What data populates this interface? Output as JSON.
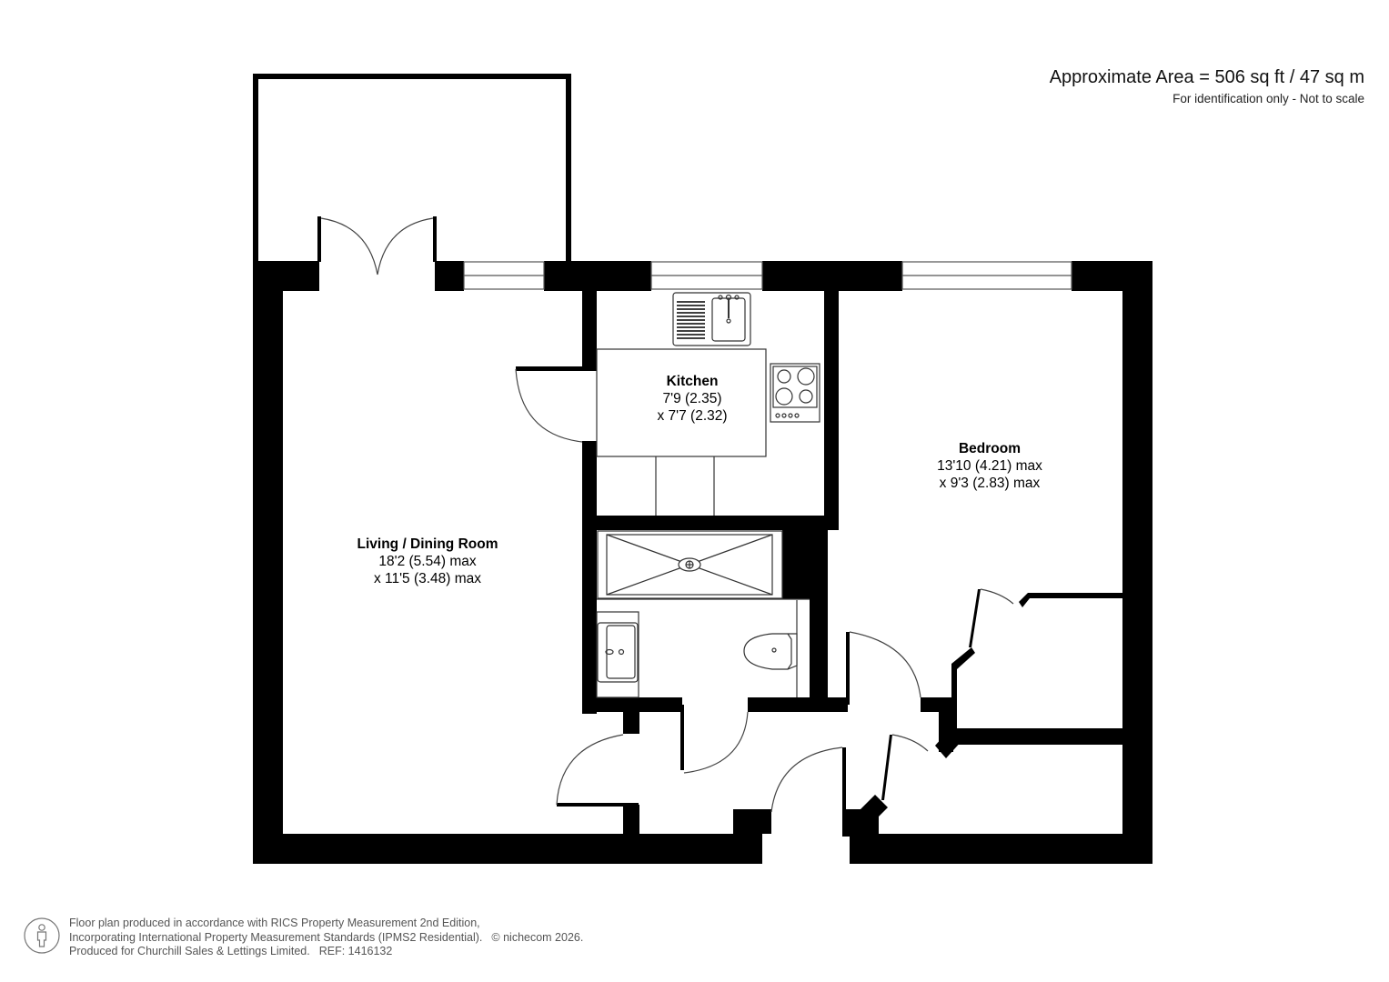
{
  "header": {
    "area_text": "Approximate Area = 506 sq ft / 47 sq m",
    "disclaimer": "For identification only - Not to scale"
  },
  "rooms": [
    {
      "name": "Living / Dining Room",
      "dim1": "18'2 (5.54) max",
      "dim2": "x 11'5 (3.48) max"
    },
    {
      "name": "Kitchen",
      "dim1": "7'9 (2.35)",
      "dim2": "x 7'7 (2.32)"
    },
    {
      "name": "Bedroom",
      "dim1": "13'10 (4.21) max",
      "dim2": "x 9'3 (2.83) max"
    }
  ],
  "fixtures": {
    "kitchen": [
      "sink-with-drainer",
      "hob-4-ring"
    ],
    "bathroom": [
      "shower-tray",
      "wash-basin",
      "toilet"
    ]
  },
  "icons": {
    "footer": "person-icon"
  },
  "footer": {
    "line1": "Floor plan produced in accordance with RICS Property Measurement 2nd Edition,",
    "line2": "Incorporating International Property Measurement Standards (IPMS2 Residential).",
    "copyright": "© nichecom 2026.",
    "line3": "Produced for Churchill Sales & Lettings Limited.",
    "ref": "REF: 1416132"
  },
  "colors": {
    "wall": "#000000",
    "background": "#ffffff",
    "fixture_line": "#333333",
    "footer_text": "#555555"
  }
}
